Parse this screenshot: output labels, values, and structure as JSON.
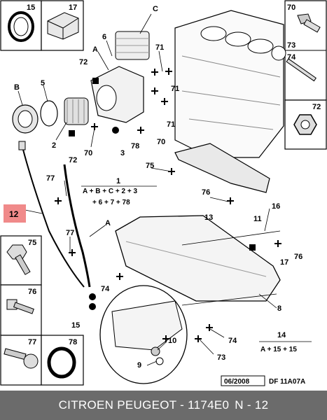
{
  "callouts": {
    "c15": "15",
    "c17": "17",
    "c70": "70",
    "c73": "73",
    "c74": "74",
    "c72r": "72",
    "cC": "C",
    "c6": "6",
    "cA1": "A",
    "c72a": "72",
    "c71a": "71",
    "c71b": "71",
    "c71c": "71",
    "cB": "B",
    "c5": "5",
    "c2": "2",
    "c72b": "72",
    "c70a": "70",
    "c78": "78",
    "c3": "3",
    "c70b": "70",
    "c75a": "75",
    "c77a": "77",
    "c1": "1",
    "c76a": "76",
    "c13": "13",
    "c16": "16",
    "c11": "11",
    "c12": "12",
    "c77b": "77",
    "cA2": "A",
    "c74a": "74",
    "c15b": "15",
    "c76b": "76",
    "c17b": "17",
    "c8": "8",
    "c74b": "74",
    "c73b": "73",
    "c10": "10",
    "c9": "9",
    "c14": "14",
    "c75box": "75",
    "c76box": "76",
    "c77box": "77",
    "c78box": "78"
  },
  "formulas": {
    "f1a": "A + B + C + 2 + 3",
    "f1b": "+ 6 + 7 + 78",
    "f14": "A + 15 + 15"
  },
  "stamp": {
    "date": "06/2008",
    "ref": "DF 11A07A"
  },
  "footer": {
    "brand": "CITROEN PEUGEOT - 1174E0",
    "code": "N - 12"
  },
  "colors": {
    "highlight": "#f08a8a",
    "footer_bg": "#6b6b6b"
  }
}
